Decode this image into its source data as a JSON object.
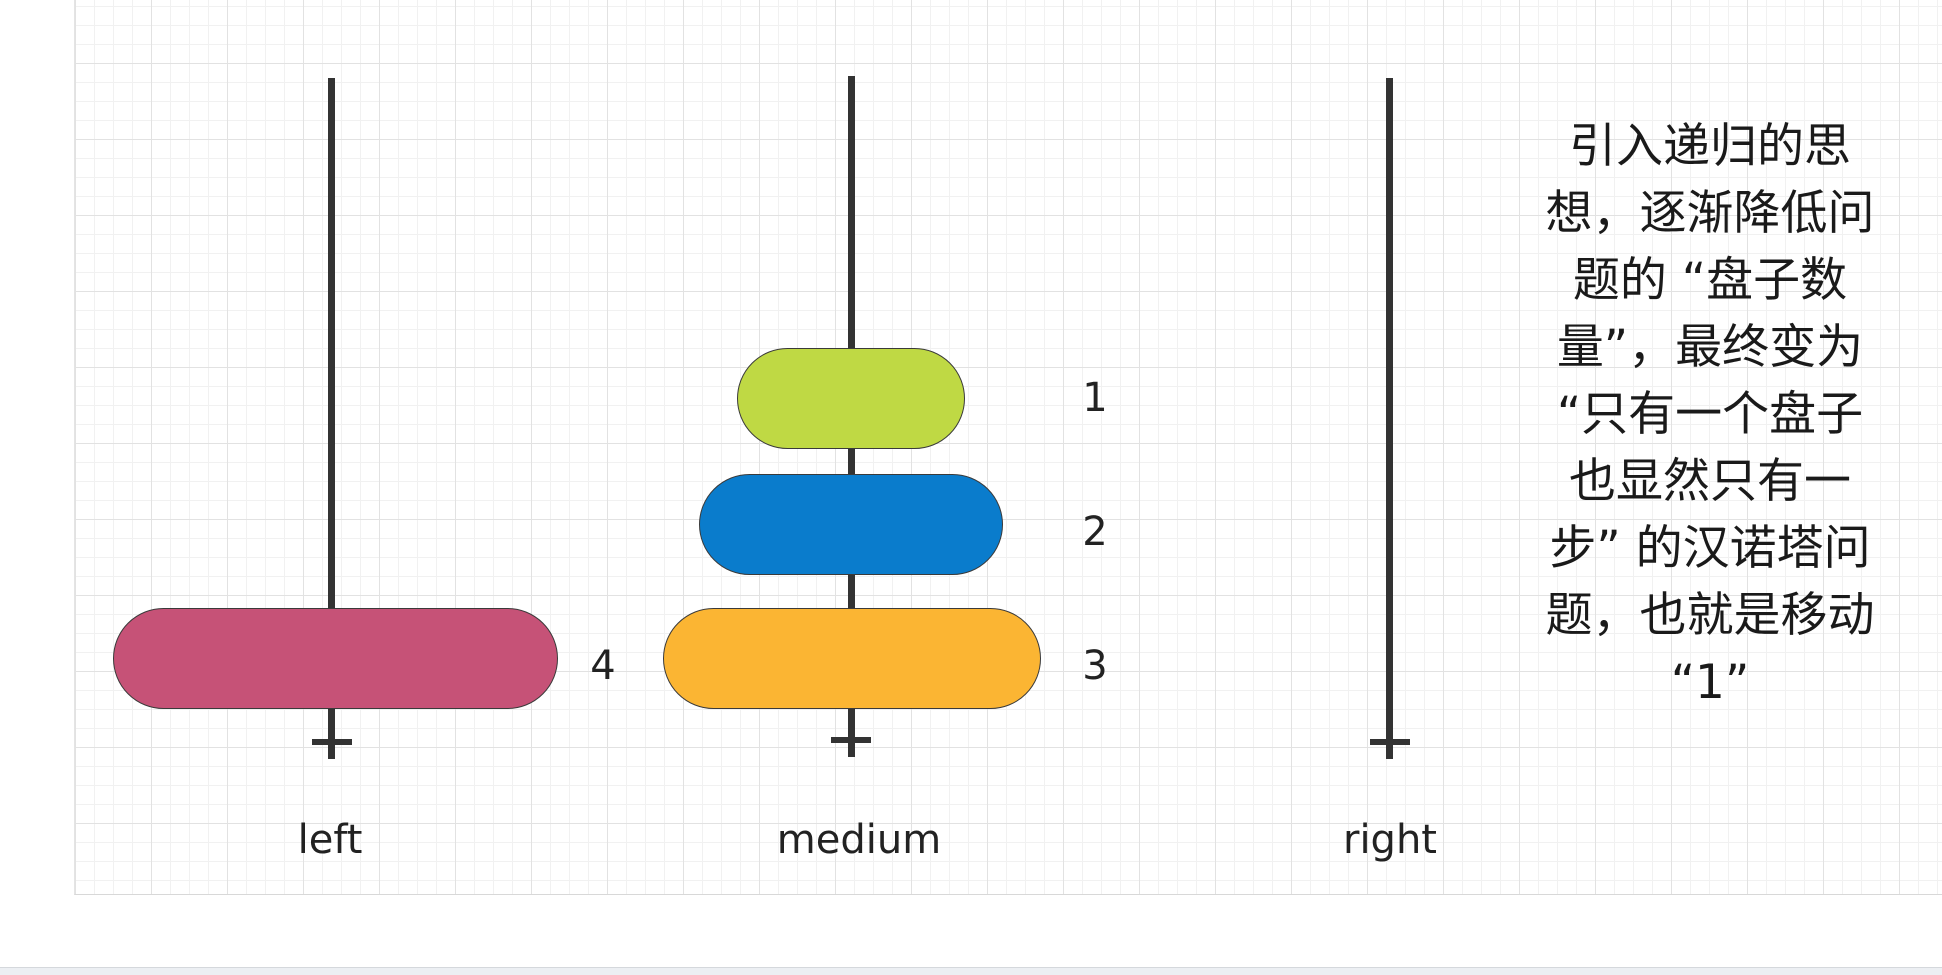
{
  "pegs": [
    {
      "id": "left",
      "label": "left"
    },
    {
      "id": "medium",
      "label": "medium"
    },
    {
      "id": "right",
      "label": "right"
    }
  ],
  "disks": [
    {
      "number": "1",
      "peg": "medium",
      "color": "#bfd944"
    },
    {
      "number": "2",
      "peg": "medium",
      "color": "#0a7ccc"
    },
    {
      "number": "3",
      "peg": "medium",
      "color": "#fbb533"
    },
    {
      "number": "4",
      "peg": "left",
      "color": "#c65277"
    }
  ],
  "annotation": {
    "text": "引入递归的思\n想，逐渐降低问\n题的 “盘子数\n量”，最终变为\n“只有一个盘子\n也显然只有一\n步” 的汉诺塔问\n题，也就是移动\n“1”"
  },
  "colors": {
    "rod": "#333333",
    "grid_line": "#e2e2e2",
    "background": "#ffffff"
  }
}
